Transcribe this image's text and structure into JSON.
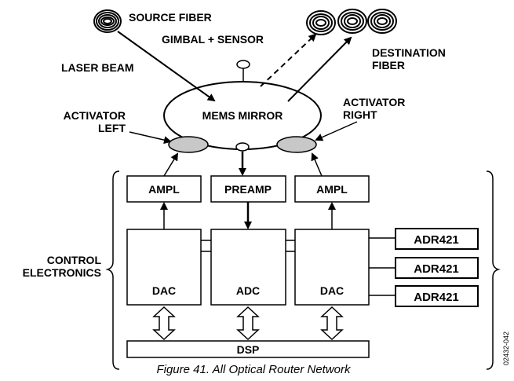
{
  "labels": {
    "source_fiber": "SOURCE FIBER",
    "gimbal_sensor": "GIMBAL + SENSOR",
    "laser_beam": "LASER BEAM",
    "destination_line1": "DESTINATION",
    "destination_line2": "FIBER",
    "mems_mirror": "MEMS MIRROR",
    "activator_left_line1": "ACTIVATOR",
    "activator_left_line2": "LEFT",
    "activator_right_line1": "ACTIVATOR",
    "activator_right_line2": "RIGHT",
    "control_line1": "CONTROL",
    "control_line2": "ELECTRONICS"
  },
  "blocks": {
    "ampl_left": "AMPL",
    "preamp": "PREAMP",
    "ampl_right": "AMPL",
    "dac_left": "DAC",
    "adc": "ADC",
    "dac_right": "DAC",
    "adr_1": "ADR421",
    "adr_2": "ADR421",
    "adr_3": "ADR421",
    "dsp": "DSP"
  },
  "caption": "Figure 41. All Optical Router Network",
  "figure_id": "02432-042",
  "colors": {
    "activator_fill": "#c8c8c8",
    "line": "#000000"
  }
}
